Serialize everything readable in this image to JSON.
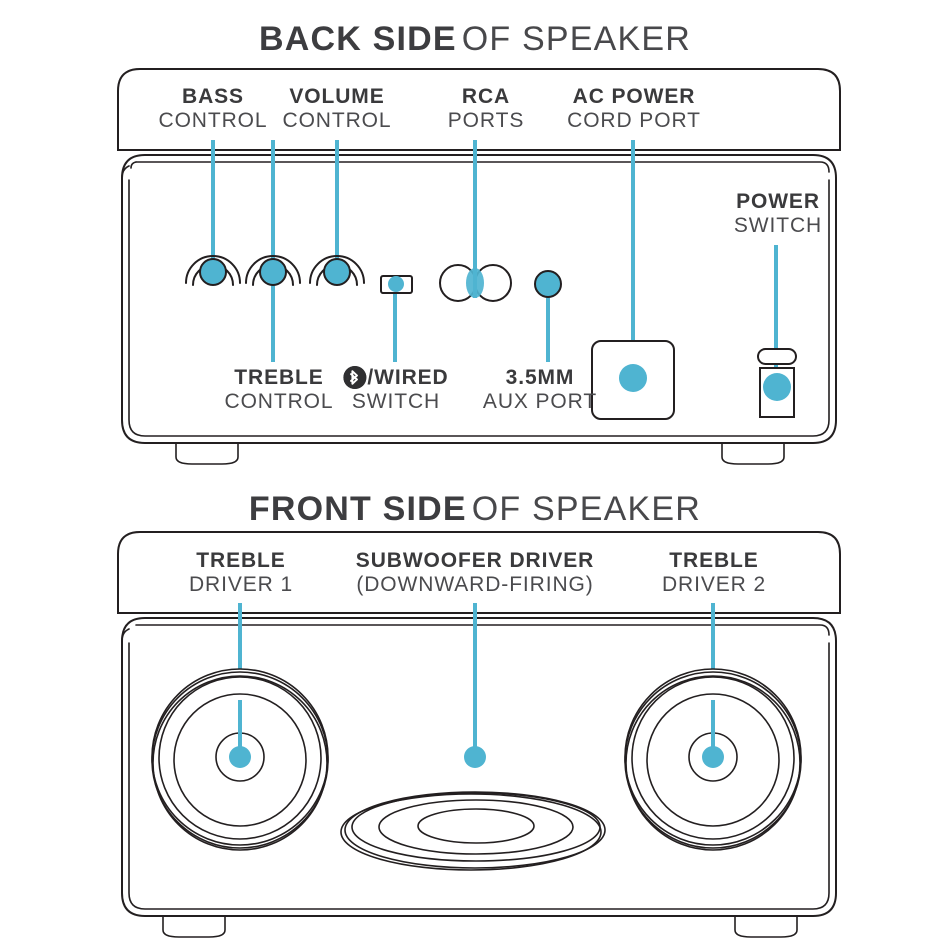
{
  "diagram": {
    "subject": "wireless speaker product callout diagram",
    "accent_color": "#4fb4d1",
    "line_color": "#231f20",
    "text_color": "#3a3a3c"
  },
  "sections": [
    {
      "id": "back",
      "title_bold": "BACK SIDE",
      "title_light": "OF SPEAKER",
      "callouts": [
        {
          "id": "bass",
          "line1": "BASS",
          "line2": "CONTROL"
        },
        {
          "id": "volume",
          "line1": "VOLUME",
          "line2": "CONTROL"
        },
        {
          "id": "rca",
          "line1": "RCA",
          "line2": "PORTS"
        },
        {
          "id": "acpower",
          "line1": "AC POWER",
          "line2": "CORD PORT"
        },
        {
          "id": "powersw",
          "line1": "POWER",
          "line2": "SWITCH"
        },
        {
          "id": "treble",
          "line1": "TREBLE",
          "line2": "CONTROL"
        },
        {
          "id": "btwired",
          "line1": "/WIRED",
          "line2": "SWITCH",
          "icon": "bluetooth-icon"
        },
        {
          "id": "aux",
          "line1": "3.5MM",
          "line2": "AUX PORT"
        }
      ]
    },
    {
      "id": "front",
      "title_bold": "FRONT SIDE",
      "title_light": "OF SPEAKER",
      "callouts": [
        {
          "id": "treble1",
          "line1": "TREBLE",
          "line2": "DRIVER 1"
        },
        {
          "id": "subwoofer",
          "line1": "SUBWOOFER DRIVER",
          "line2": "(DOWNWARD-FIRING)"
        },
        {
          "id": "treble2",
          "line1": "TREBLE",
          "line2": "DRIVER 2"
        }
      ]
    }
  ]
}
